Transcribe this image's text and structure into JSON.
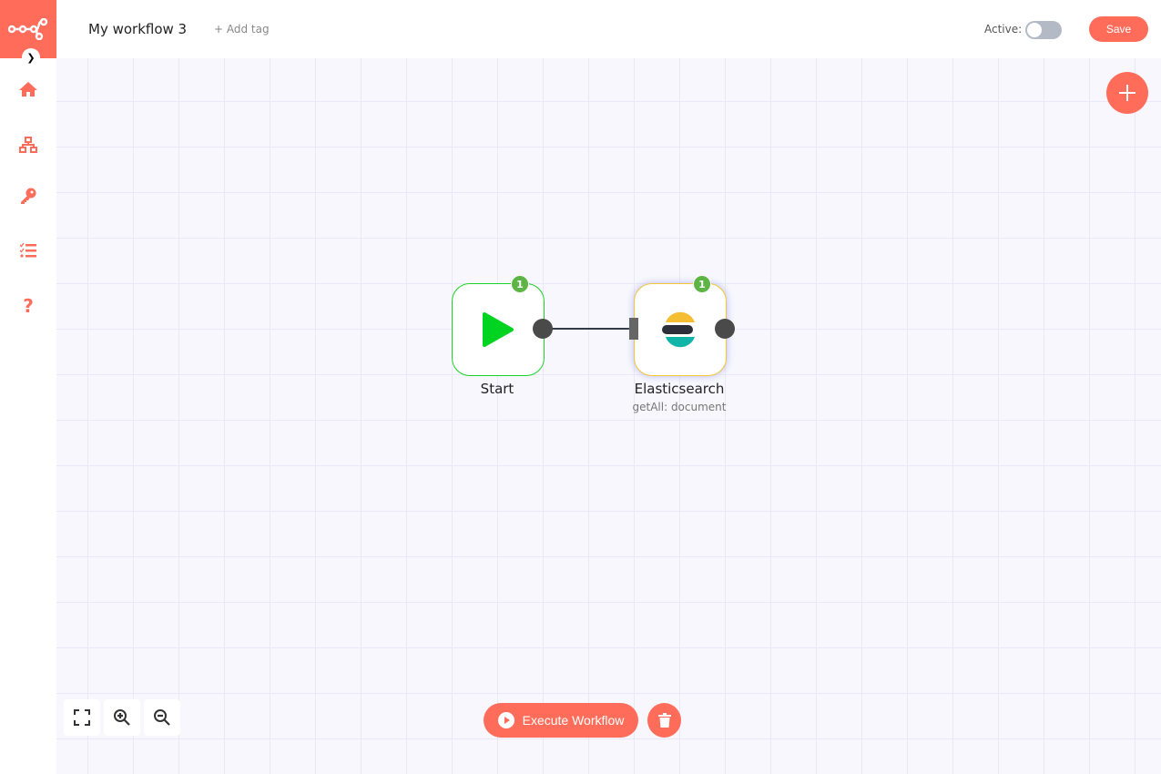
{
  "header": {
    "title": "My workflow 3",
    "add_tag": "+ Add tag",
    "active_label": "Active:",
    "active": false,
    "save_label": "Save"
  },
  "sidebar": {
    "items": [
      {
        "icon": "home-icon"
      },
      {
        "icon": "workflows-icon"
      },
      {
        "icon": "key-icon"
      },
      {
        "icon": "executions-icon"
      },
      {
        "icon": "help-icon"
      }
    ]
  },
  "nodes": [
    {
      "name": "Start",
      "subtitle": "",
      "badge": "1",
      "border": "#19d428"
    },
    {
      "name": "Elasticsearch",
      "subtitle": "getAll: document",
      "badge": "1",
      "border": "#f4c834"
    }
  ],
  "footer": {
    "execute_label": "Execute Workflow"
  },
  "colors": {
    "brand": "#ff6d5a",
    "success": "#5eb545"
  }
}
